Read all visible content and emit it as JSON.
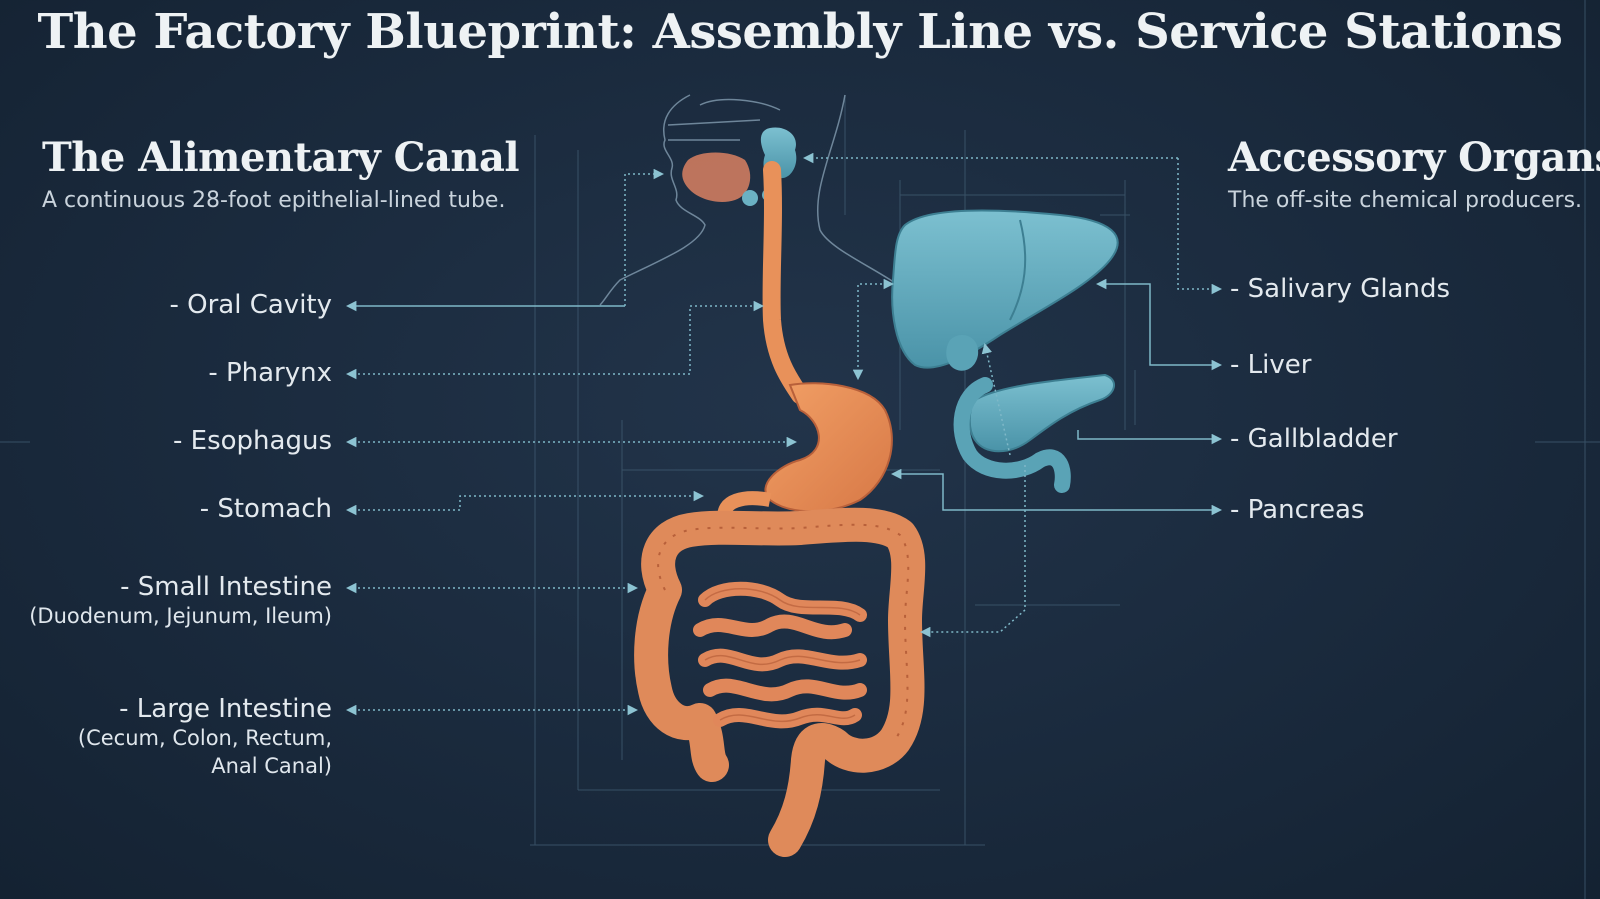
{
  "title": "The Factory Blueprint: Assembly Line vs. Service Stations",
  "left_section": {
    "title": "The Alimentary Canal",
    "subtitle": "A continuous 28-foot epithelial-lined tube.",
    "items": [
      {
        "label": "- Oral Cavity",
        "detail": ""
      },
      {
        "label": "- Pharynx",
        "detail": ""
      },
      {
        "label": "- Esophagus",
        "detail": ""
      },
      {
        "label": "- Stomach",
        "detail": ""
      },
      {
        "label": "- Small Intestine",
        "detail": "(Duodenum, Jejunum, Ileum)"
      },
      {
        "label": "- Large Intestine",
        "detail": "(Cecum, Colon, Rectum,",
        "detail2": "Anal Canal)"
      }
    ]
  },
  "right_section": {
    "title": "Accessory Organs",
    "subtitle": "The off-site chemical producers.",
    "items": [
      {
        "label": "- Salivary Glands"
      },
      {
        "label": "- Liver"
      },
      {
        "label": "- Gallbladder"
      },
      {
        "label": "- Pancreas"
      }
    ]
  },
  "colors": {
    "background": "#1a2a3d",
    "canal_organs": "#e8915a",
    "accessory_organs": "#5fa9bd",
    "leader_lines": "#7fb8c8",
    "text": "#e6edf2"
  }
}
